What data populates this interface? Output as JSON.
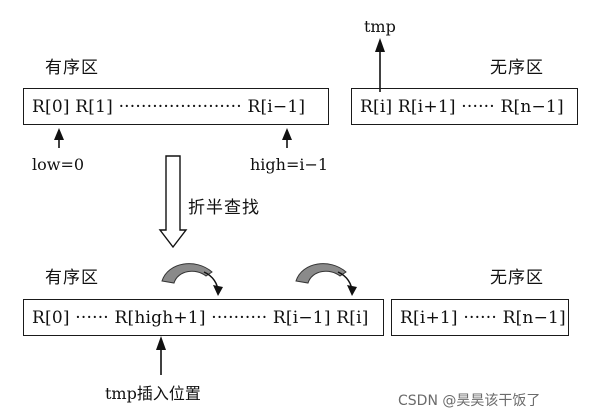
{
  "top": {
    "ordered_label": "有序区",
    "unordered_label": "无序区",
    "ordered_box": "R[0] R[1] ······················ R[i−1]",
    "unordered_box": "R[i] R[i+1] ······ R[n−1]",
    "tmp_label": "tmp",
    "low_label": "low=0",
    "high_label": "high=i−1"
  },
  "step_label": "折半查找",
  "bottom": {
    "ordered_label": "有序区",
    "unordered_label": "无序区",
    "ordered_box": "R[0] ······ R[high+1] ·········· R[i−1] R[i]",
    "unordered_box": "R[i+1] ······ R[n−1]",
    "insert_label": "tmp插入位置"
  },
  "watermark": "CSDN @昊昊该干饭了"
}
